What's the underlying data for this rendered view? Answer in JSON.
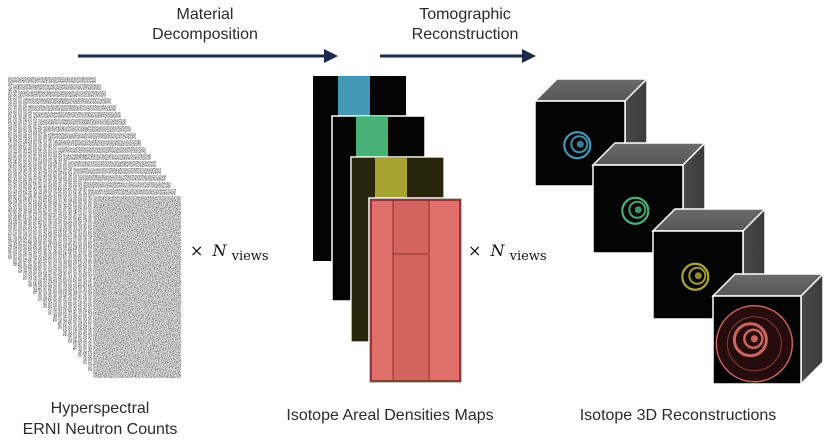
{
  "steps": {
    "material_decomposition": {
      "line1": "Material",
      "line2": "Decomposition"
    },
    "tomographic_reconstruction": {
      "line1": "Tomographic",
      "line2": "Reconstruction"
    }
  },
  "multipliers": {
    "counts": {
      "sym": "×",
      "var": "N",
      "sub": "views"
    },
    "maps": {
      "sym": "×",
      "var": "N",
      "sub": "views"
    }
  },
  "captions": {
    "counts_line1": "Hyperspectral",
    "counts_line2": "ERNI Neutron Counts",
    "maps": "Isotope Areal Densities Maps",
    "recon": "Isotope 3D Reconstructions"
  },
  "colors": {
    "arrow": "#1b2a4a",
    "isotope_1": "#4fb3d8",
    "isotope_2": "#55d08a",
    "isotope_3": "#c9c23a",
    "isotope_4": "#e0706a"
  }
}
